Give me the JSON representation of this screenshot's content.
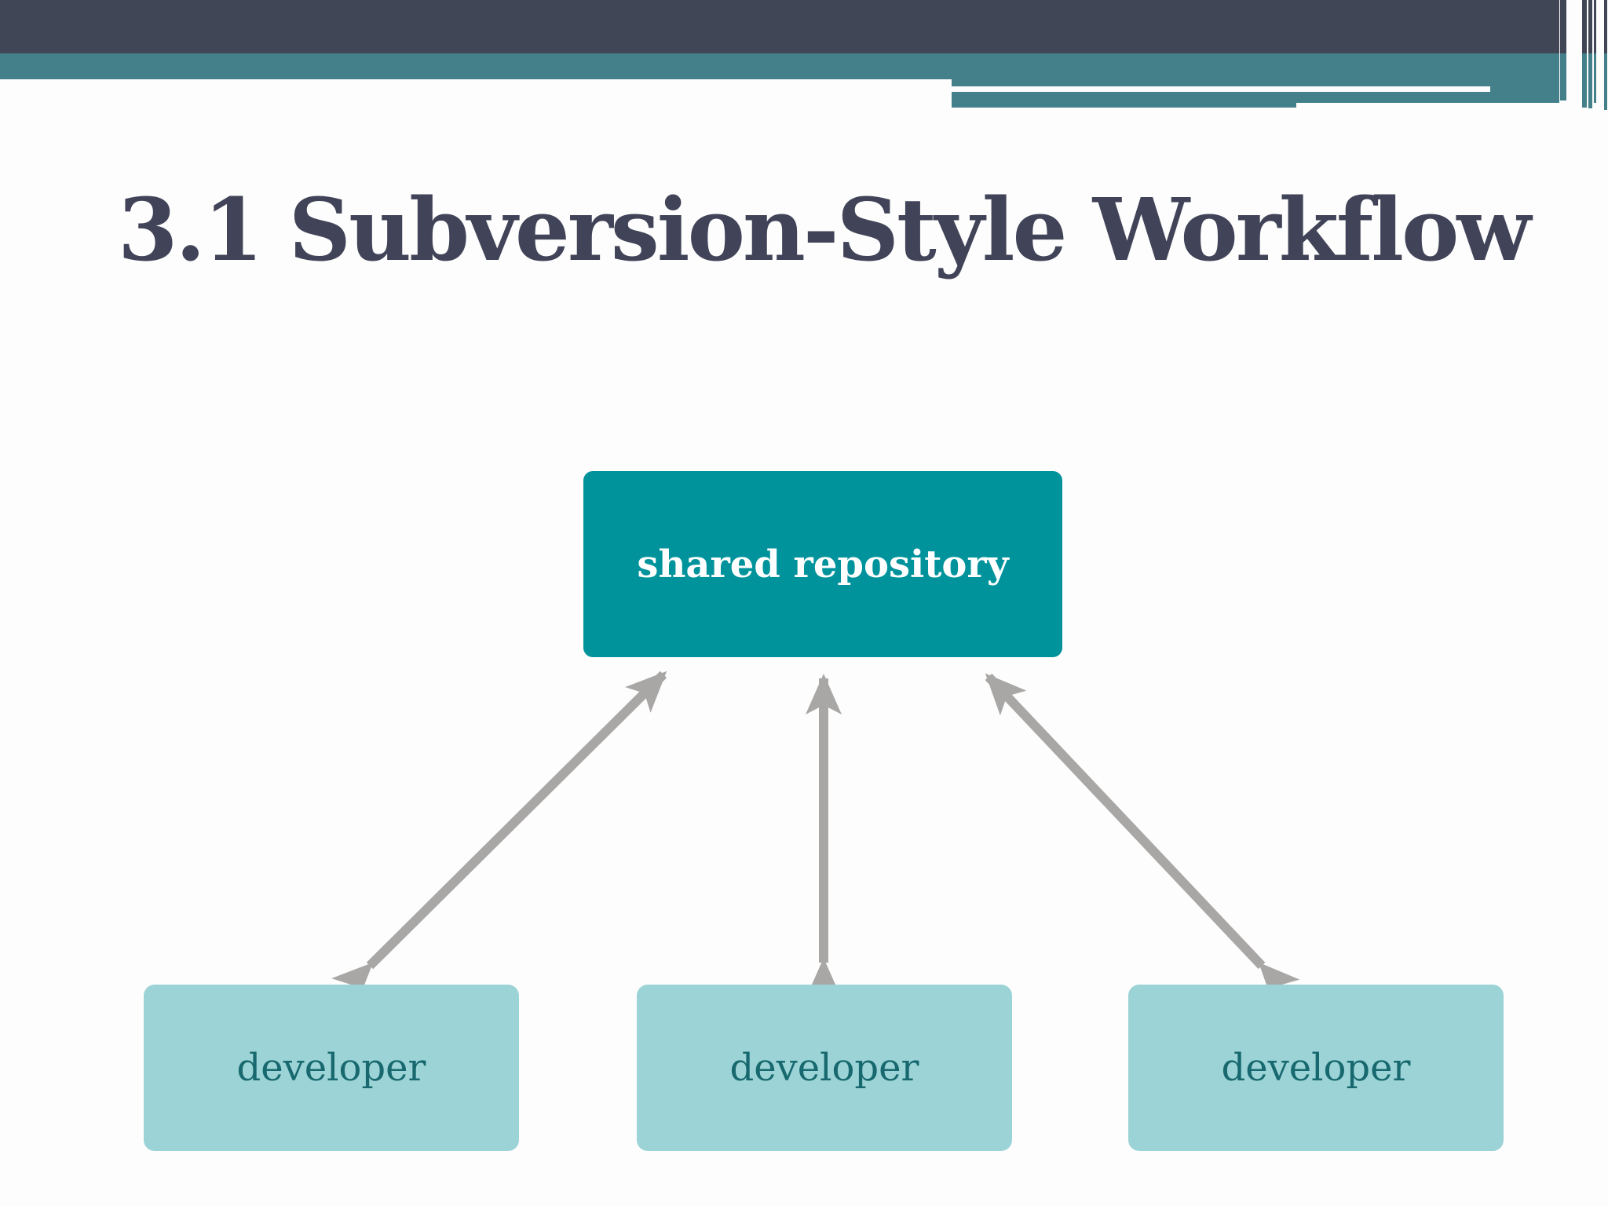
{
  "slide": {
    "title": "3.1 Subversion-Style Workflow"
  },
  "diagram": {
    "repository": {
      "label": "shared repository"
    },
    "developers": [
      {
        "label": "developer"
      },
      {
        "label": "developer"
      },
      {
        "label": "developer"
      }
    ],
    "arrow_style": "double-headed"
  },
  "colors": {
    "header-navy": "#414656",
    "header-teal": "#43808a",
    "repository-fill": "#00939c",
    "repository-text": "#ffffff",
    "developer-fill": "#9cd3d6",
    "developer-text": "#17696f",
    "arrow": "#a9a7a6",
    "title-text": "#414458",
    "background": "#fdfdfd"
  }
}
